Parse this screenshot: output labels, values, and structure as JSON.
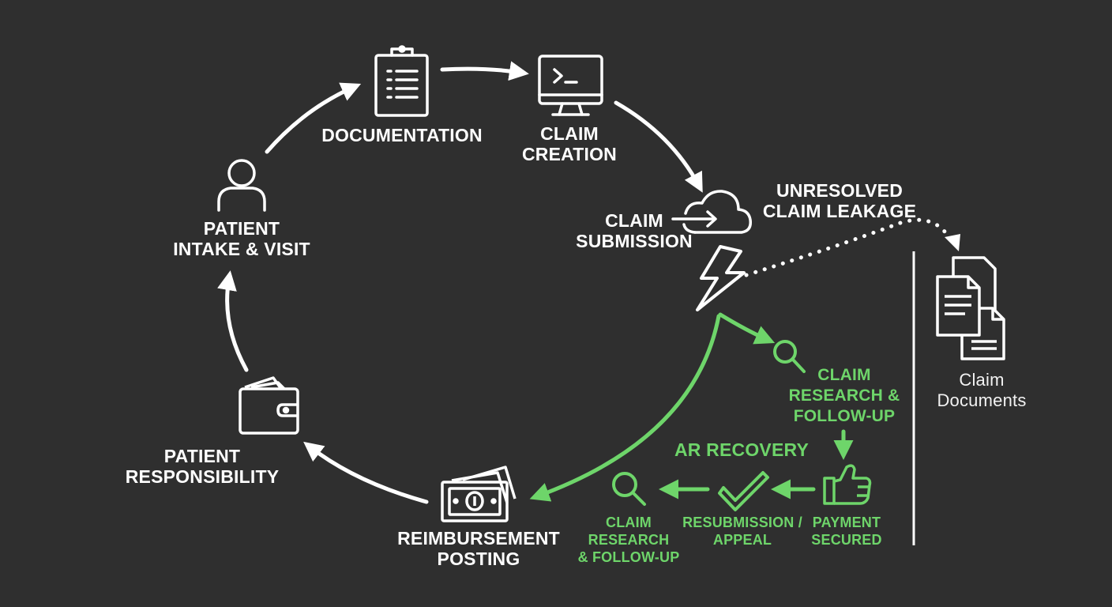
{
  "colors": {
    "background": "#2f2f2f",
    "main_flow": "#ffffff",
    "recovery_flow": "#6ed56a"
  },
  "cycle_steps": [
    {
      "id": "documentation",
      "icon": "clipboard-icon",
      "lines": [
        "DOCUMENTATION"
      ]
    },
    {
      "id": "claim-creation",
      "icon": "computer-monitor-icon",
      "lines": [
        "CLAIM",
        "CREATION"
      ]
    },
    {
      "id": "claim-submission",
      "icon": "cloud-upload-icon",
      "lines": [
        "CLAIM",
        "SUBMISSION"
      ]
    },
    {
      "id": "reimbursement-posting",
      "icon": "cash-stack-icon",
      "lines": [
        "REIMBURSEMENT",
        "POSTING"
      ]
    },
    {
      "id": "patient-responsibility",
      "icon": "wallet-icon",
      "lines": [
        "PATIENT",
        "RESPONSIBILITY"
      ]
    },
    {
      "id": "patient-intake",
      "icon": "person-icon",
      "lines": [
        "PATIENT",
        "INTAKE & VISIT"
      ]
    }
  ],
  "leakage": {
    "icon": "lightning-bolt-icon",
    "lines": [
      "UNRESOLVED",
      "CLAIM LEAKAGE"
    ],
    "destination": {
      "icon": "documents-stack-icon",
      "lines": [
        "Claim",
        "Documents"
      ]
    }
  },
  "recovery": {
    "title": "AR RECOVERY",
    "steps": [
      {
        "id": "research-top",
        "icon": "magnifier-icon",
        "lines": [
          "CLAIM",
          "RESEARCH &",
          "FOLLOW-UP"
        ]
      },
      {
        "id": "payment-secured",
        "icon": "thumbs-up-icon",
        "lines": [
          "PAYMENT",
          "SECURED"
        ]
      },
      {
        "id": "resubmission",
        "icon": "checkmark-icon",
        "lines": [
          "RESUBMISSION /",
          "APPEAL"
        ]
      },
      {
        "id": "research-bottom",
        "icon": "magnifier-icon",
        "lines": [
          "CLAIM",
          "RESEARCH",
          "& FOLLOW-UP"
        ]
      }
    ]
  }
}
